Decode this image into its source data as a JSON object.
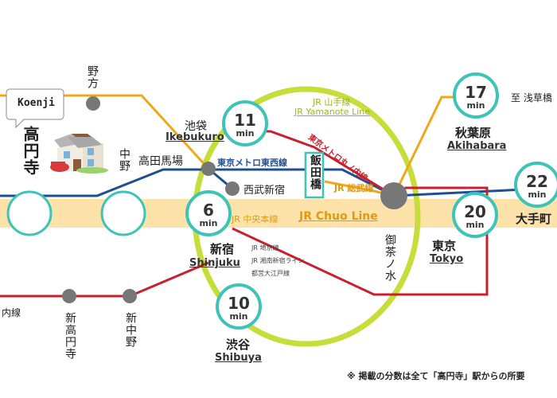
{
  "colors": {
    "yamanote": "#c6dd3a",
    "chuo_band": "#fde2aa",
    "tozai": "#1f4f93",
    "marunouchi": "#c8202f",
    "orange": "#f0a81a",
    "station": "#777777",
    "circle_border": "#3dc3b7"
  },
  "map": {
    "koenji_bubble": "Koenji",
    "koenji_jp": "高円寺",
    "nogata": "野方",
    "nakano": "中野",
    "takadanobaba": "高田馬場",
    "ikebukuro_jp": "池袋",
    "ikebukuro_en": "Ikebukuro",
    "seibushinjuku": "西武新宿",
    "iidabashi": "飯田橋",
    "tozai_label": "東京メトロ東西線",
    "sobu_label": "JR 総武線",
    "marunouchi_label": "東京メトロ丸ノ内線",
    "yamanote_jp": "JR 山手線",
    "yamanote_en": "JR Yamanote Line",
    "chuo_jp": "JR 中央本線",
    "chuo_en": "JR Chuo Line",
    "shinjuku_jp": "新宿",
    "shinjuku_en": "Shinjuku",
    "saikyo": "JR 埼京線",
    "shonan": "JR 湘南新宿ライン",
    "oedo": "都営大江戸線",
    "shibuya_jp": "渋谷",
    "shibuya_en": "Shibuya",
    "ochanomizu": "御茶ノ水",
    "tokyo_jp": "東京",
    "tokyo_en": "Tokyo",
    "akihabara_jp": "秋葉原",
    "akihabara_en": "Akihabara",
    "asakusabashi": "至 浅草橋",
    "otemachi": "大手町",
    "uchi_line": "内線",
    "shinkoenji": "新高円寺",
    "shinnakano": "新中野",
    "footnote": "※ 掲載の分数は全て「高円寺」駅からの所要"
  },
  "times": {
    "ikebukuro": "11",
    "shinjuku": "6",
    "shibuya": "10",
    "akihabara": "17",
    "tokyo": "20",
    "otemachi": "22",
    "unit": "min"
  }
}
